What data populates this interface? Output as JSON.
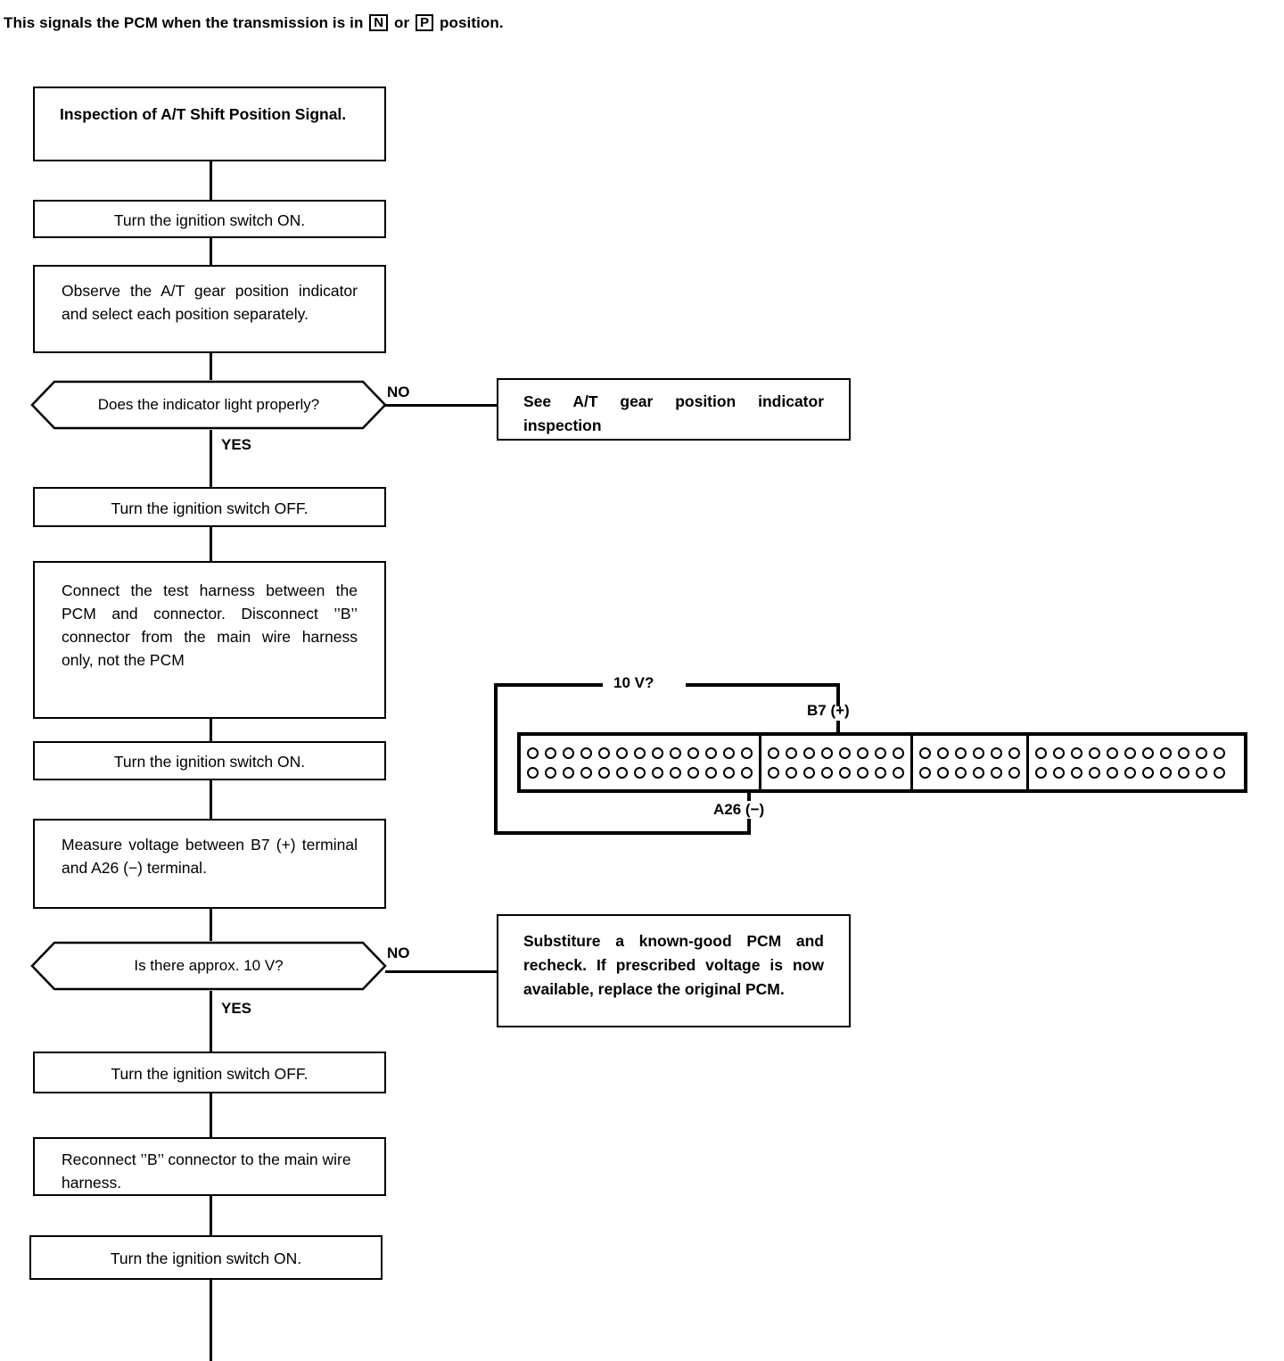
{
  "document": {
    "intro_before": "This signals the PCM when the transmission is in",
    "intro_gear_1": "N",
    "intro_middle": "or",
    "intro_gear_2": "P",
    "intro_after": "position."
  },
  "flowchart": {
    "nodes": [
      {
        "id": "start",
        "type": "process",
        "text": "Inspection of A/T Shift Position Signal."
      },
      {
        "id": "ign_on_1",
        "type": "process",
        "text": "Turn the ignition switch ON."
      },
      {
        "id": "observe",
        "type": "process",
        "text": "Observe the A/T gear position indicator and select each position separately."
      },
      {
        "id": "q_indicator",
        "type": "decision",
        "text": "Does the indicator light properly?"
      },
      {
        "id": "see_inspect",
        "type": "result",
        "text": "See A/T gear position indicator inspection"
      },
      {
        "id": "ign_off_1",
        "type": "process",
        "text": "Turn the ignition switch OFF."
      },
      {
        "id": "connect",
        "type": "process",
        "text": "Connect the test harness between the PCM and connector. Disconnect ’’B’’ connector from the main wire harness only, not the PCM"
      },
      {
        "id": "ign_on_2",
        "type": "process",
        "text": "Turn the ignition switch ON."
      },
      {
        "id": "measure",
        "type": "process",
        "text": "Measure voltage between B7 (+) terminal and A26 (−) terminal."
      },
      {
        "id": "q_voltage",
        "type": "decision",
        "text": "Is there approx. 10 V?"
      },
      {
        "id": "substitute",
        "type": "result",
        "text": "Substiture a known-good PCM and recheck. If prescribed voltage is now available, replace the original PCM."
      },
      {
        "id": "ign_off_2",
        "type": "process",
        "text": "Turn the ignition switch OFF."
      },
      {
        "id": "reconnect",
        "type": "process",
        "text": "Reconnect ’’B’’ connector to the main wire harness."
      },
      {
        "id": "ign_on_3",
        "type": "process",
        "text": "Turn the ignition switch ON."
      }
    ],
    "branch_labels": {
      "indicator_no": "NO",
      "indicator_yes": "YES",
      "voltage_no": "NO",
      "voltage_yes": "YES"
    }
  },
  "connector_diagram": {
    "measurement_label": "10 V?",
    "positive_terminal": "B7 (+)",
    "negative_terminal": "A26 (−)",
    "segments": [
      {
        "name": "segment-a",
        "pins_per_row": 13,
        "rows": 2
      },
      {
        "name": "segment-b",
        "pins_per_row": 8,
        "rows": 2
      },
      {
        "name": "segment-c",
        "pins_per_row": 6,
        "rows": 2
      },
      {
        "name": "segment-d",
        "pins_per_row": 11,
        "rows": 2
      }
    ],
    "positive_pin": {
      "segment": 1,
      "row": 0,
      "index": 3
    },
    "negative_pin": {
      "segment": 0,
      "row": 1,
      "index": 12
    }
  },
  "colors": {
    "ink": "#000000",
    "paper": "#ffffff"
  }
}
